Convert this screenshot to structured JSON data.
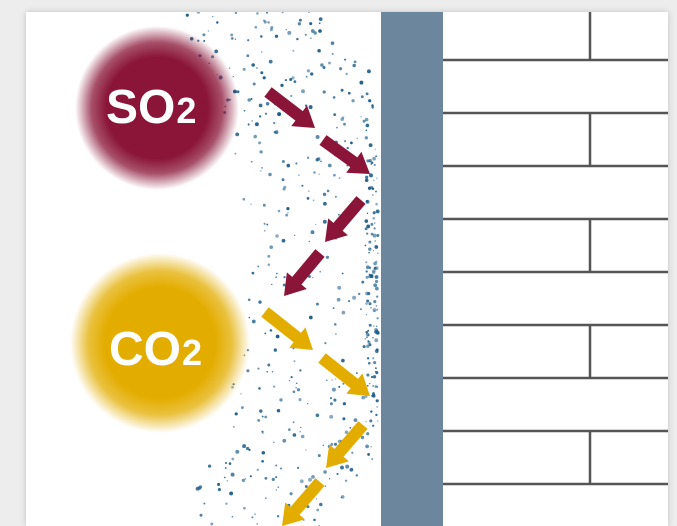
{
  "colors": {
    "page_background": "#ededed",
    "panel_background": "#ffffff",
    "wall_barrier": "#6c879d",
    "brick_line": "#555555",
    "so2_molecule": "#8a1538",
    "so2_arrow": "#8a1538",
    "co2_molecule": "#e3ad00",
    "co2_arrow": "#e3ad00",
    "particle_dots": "#1f5f8b",
    "label_text": "#ffffff"
  },
  "molecules": {
    "so2": {
      "base": "SO",
      "subscript": "2"
    },
    "co2": {
      "base": "CO",
      "subscript": "2"
    }
  },
  "icons": {
    "so2_arrow": "arrow-icon",
    "co2_arrow": "arrow-icon",
    "particles": "dot-icon"
  }
}
